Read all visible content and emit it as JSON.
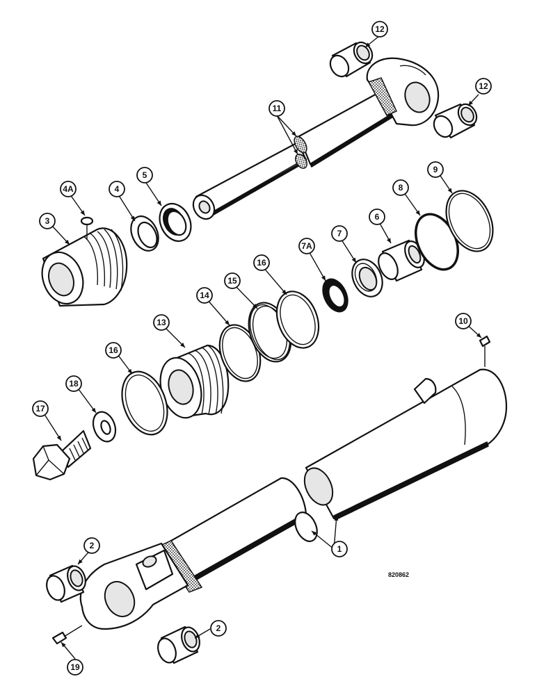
{
  "figure_code": "820862",
  "callouts": {
    "c1": "1",
    "c2a": "2",
    "c2b": "2",
    "c3": "3",
    "c4": "4",
    "c4a": "4A",
    "c5": "5",
    "c6": "6",
    "c7": "7",
    "c7a": "7A",
    "c8": "8",
    "c9": "9",
    "c10": "10",
    "c11": "11",
    "c12a": "12",
    "c12b": "12",
    "c13": "13",
    "c14": "14",
    "c15": "15",
    "c16a": "16",
    "c16b": "16",
    "c17": "17",
    "c18": "18",
    "c19": "19"
  }
}
